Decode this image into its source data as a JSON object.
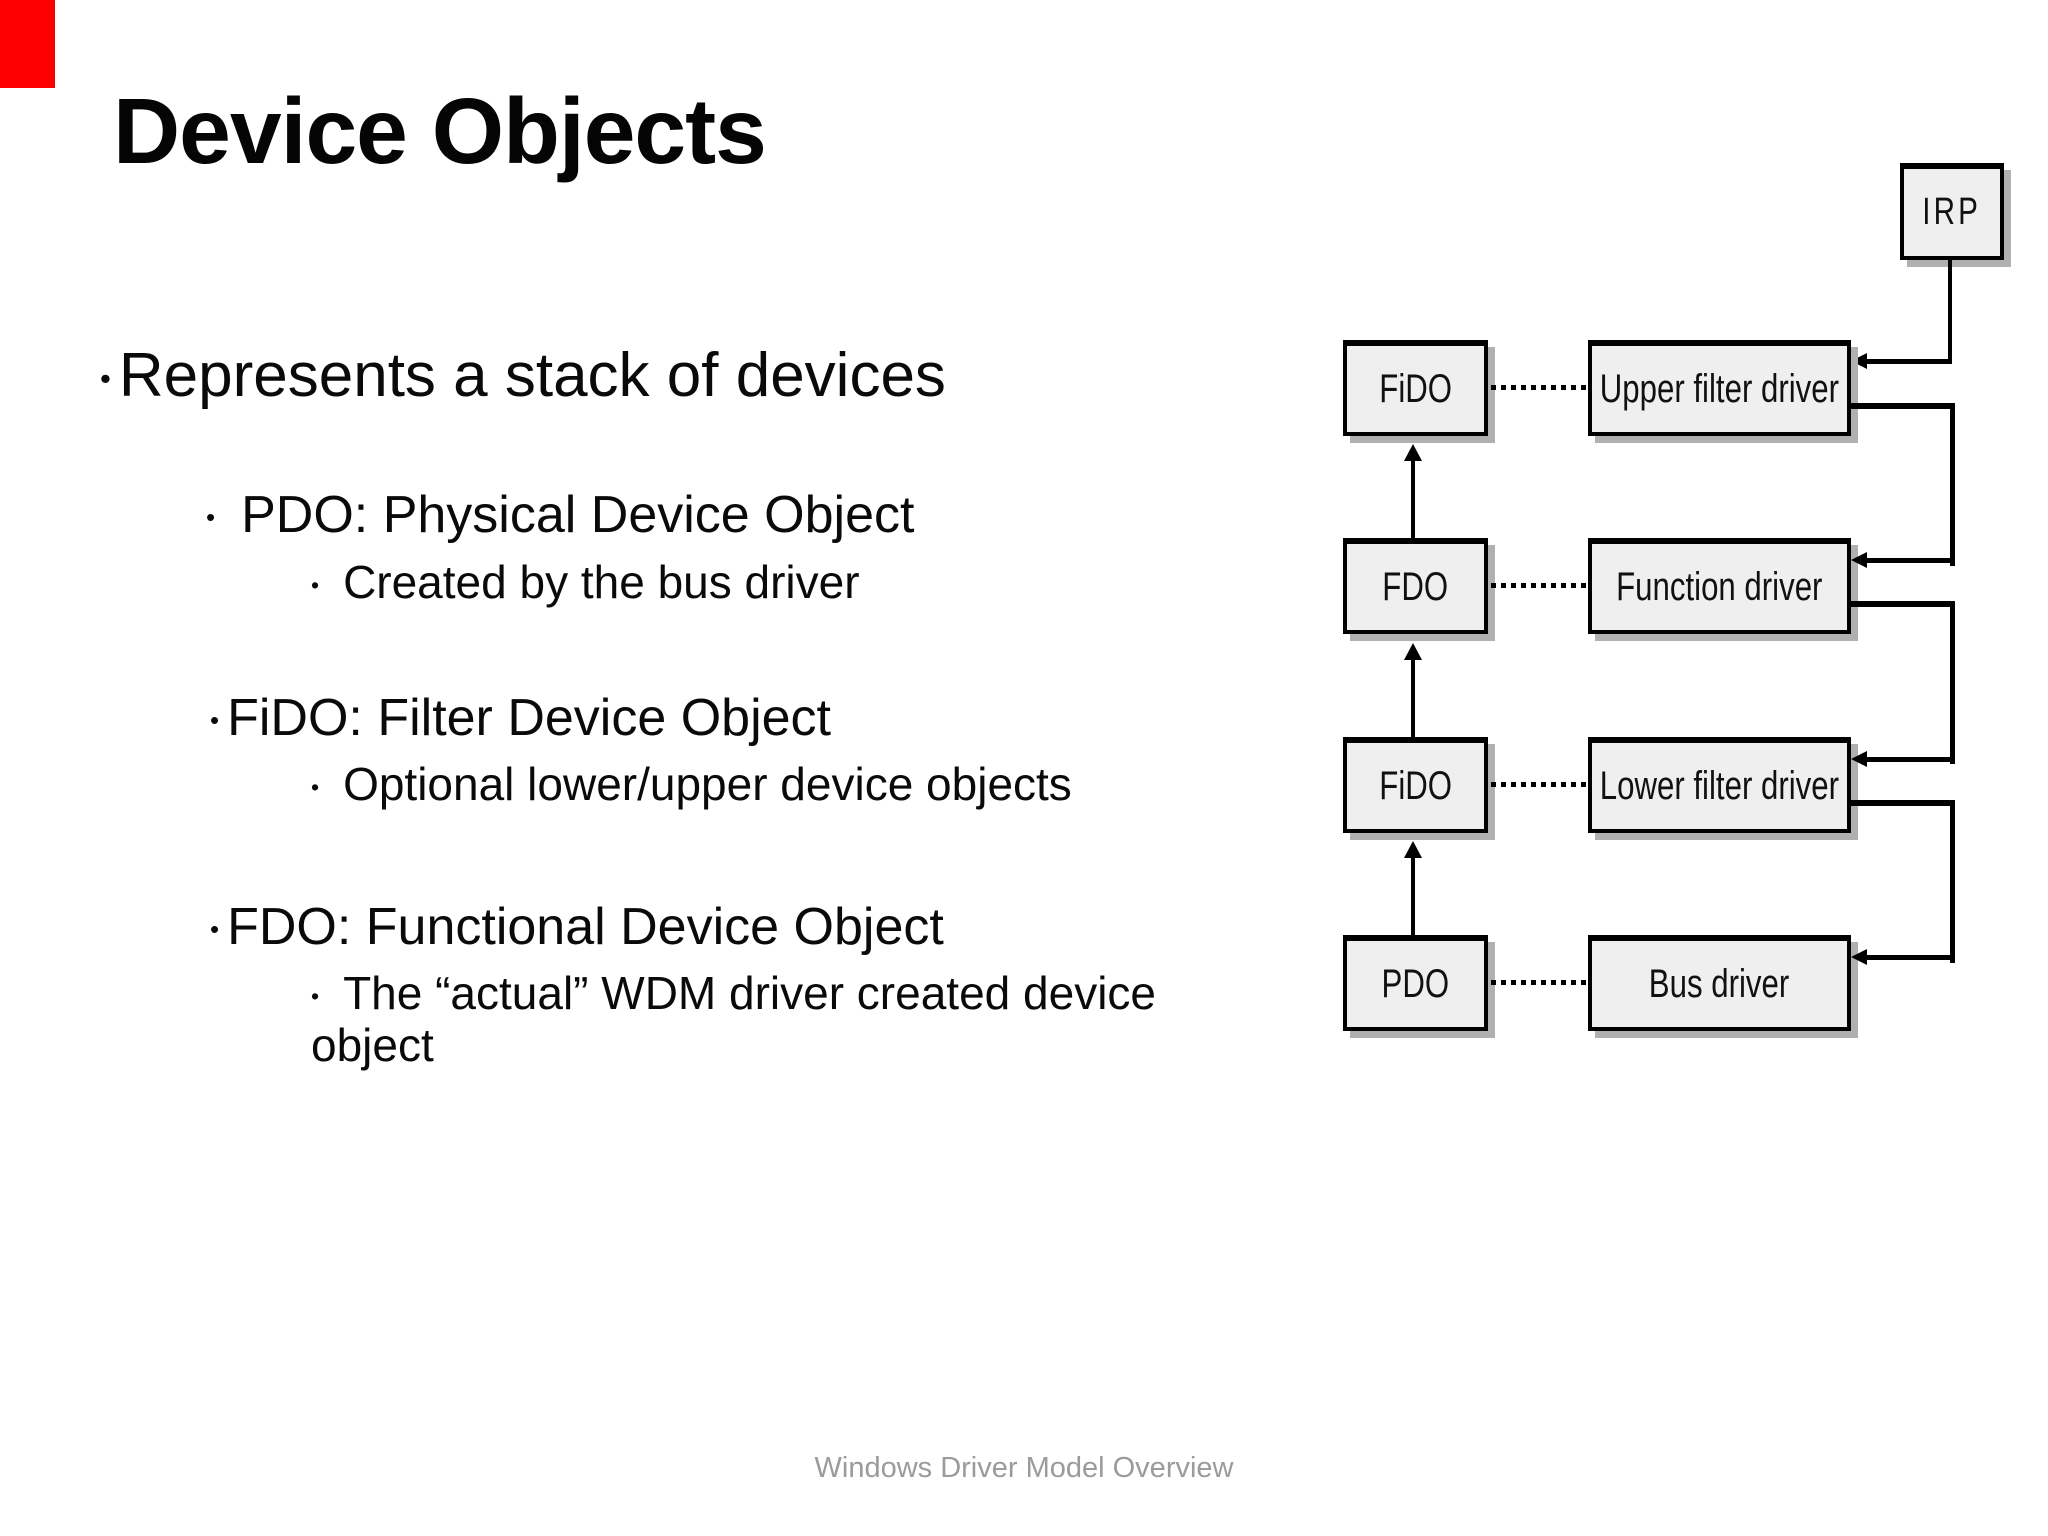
{
  "slide": {
    "title": "Device Objects",
    "footer": "Windows Driver Model Overview",
    "accent_color": "#fe0000",
    "background_color": "#ffffff"
  },
  "bullets": [
    {
      "level": 1,
      "marker": "•",
      "text": "Represents a stack of devices"
    },
    {
      "level": 2,
      "marker": "•",
      "text": "PDO: Physical Device Object"
    },
    {
      "level": 3,
      "marker": "•",
      "text": "Created by the bus driver"
    },
    {
      "level": 2,
      "marker": "•",
      "text": "FiDO: Filter Device Object"
    },
    {
      "level": 3,
      "marker": "•",
      "text": "Optional lower/upper device objects"
    },
    {
      "level": 2,
      "marker": "•",
      "text": "FDO: Functional Device Object"
    },
    {
      "level": 3,
      "marker": "•",
      "text": "The “actual” WDM driver created device object"
    }
  ],
  "diagram": {
    "irp_label": "IRP",
    "rows": [
      {
        "device": "FiDO",
        "driver": "Upper filter driver"
      },
      {
        "device": "FDO",
        "driver": "Function driver"
      },
      {
        "device": "FiDO",
        "driver": "Lower filter driver"
      },
      {
        "device": "PDO",
        "driver": "Bus driver"
      }
    ],
    "colors": {
      "box_fill": "#efefef",
      "box_border": "#000000",
      "box_shadow": "#b0b0b0",
      "connector": "#000000"
    }
  }
}
